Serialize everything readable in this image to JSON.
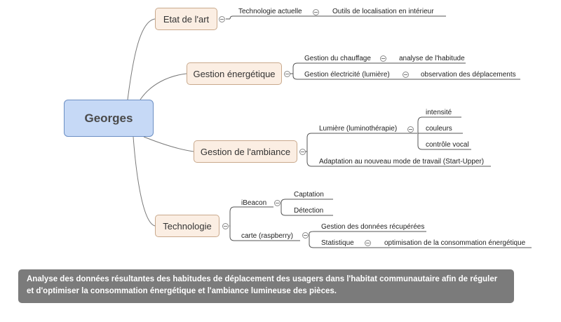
{
  "root": {
    "label": "Georges"
  },
  "branches": [
    {
      "label": "Etat de l'art",
      "children": [
        {
          "label": "Technologie actuelle",
          "children": [
            {
              "label": "Outils de localisation en intérieur"
            }
          ]
        }
      ]
    },
    {
      "label": "Gestion énergétique",
      "children": [
        {
          "label": "Gestion du chauffage",
          "children": [
            {
              "label": "analyse de l'habitude"
            }
          ]
        },
        {
          "label": "Gestion électricité (lumière)",
          "children": [
            {
              "label": "observation des déplacements"
            }
          ]
        }
      ]
    },
    {
      "label": "Gestion de l'ambiance",
      "children": [
        {
          "label": "Lumière (luminothérapie)",
          "children": [
            {
              "label": "intensité"
            },
            {
              "label": "couleurs"
            },
            {
              "label": "contrôle vocal"
            }
          ]
        },
        {
          "label": "Adaptation au nouveau mode de travail (Start-Upper)"
        }
      ]
    },
    {
      "label": "Technologie",
      "children": [
        {
          "label": "iBeacon",
          "children": [
            {
              "label": "Captation"
            },
            {
              "label": "Détection"
            }
          ]
        },
        {
          "label": "carte (raspberry)",
          "children": [
            {
              "label": "Gestion des données récupérées"
            },
            {
              "label": "Statistique",
              "children": [
                {
                  "label": "optimisation de la consommation énergétique"
                }
              ]
            }
          ]
        }
      ]
    }
  ],
  "banner": {
    "text": "Analyse des données résultantes des habitudes de déplacement des usagers dans l'habitat communautaire afin de réguler et d'optimiser la consommation énergétique et l'ambiance lumineuse des pièces."
  }
}
